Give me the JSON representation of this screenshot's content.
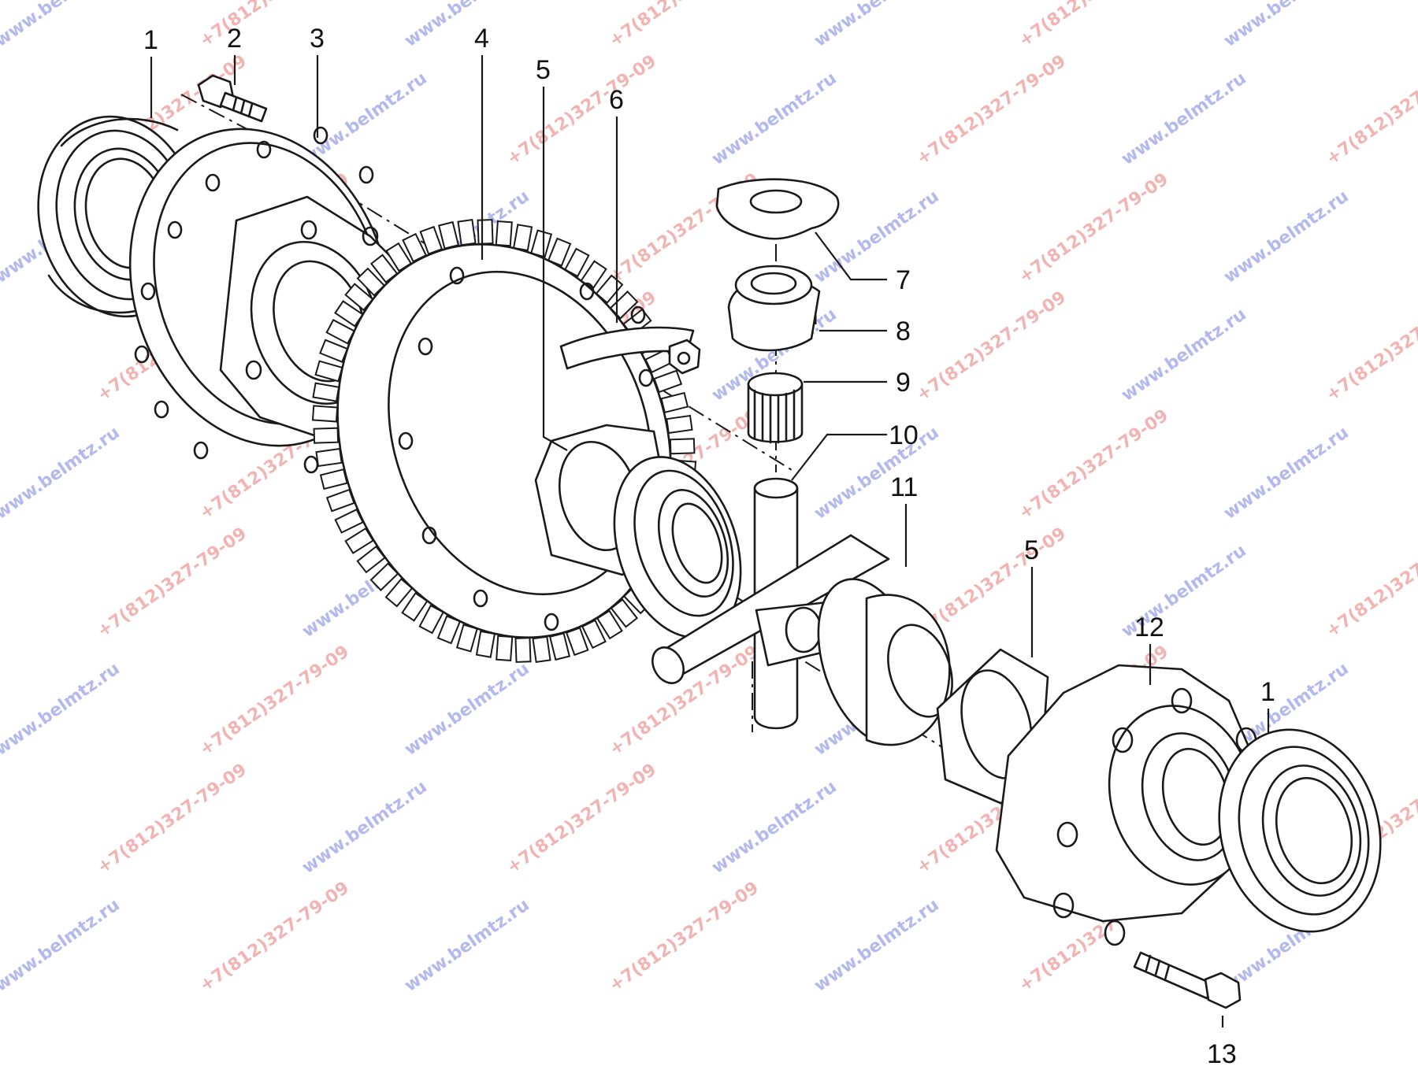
{
  "diagram": {
    "callouts": [
      {
        "id": "1a",
        "label": "1"
      },
      {
        "id": "2",
        "label": "2"
      },
      {
        "id": "3",
        "label": "3"
      },
      {
        "id": "4",
        "label": "4"
      },
      {
        "id": "5a",
        "label": "5"
      },
      {
        "id": "6",
        "label": "6"
      },
      {
        "id": "7",
        "label": "7"
      },
      {
        "id": "8",
        "label": "8"
      },
      {
        "id": "9",
        "label": "9"
      },
      {
        "id": "10",
        "label": "10"
      },
      {
        "id": "11",
        "label": "11"
      },
      {
        "id": "5b",
        "label": "5"
      },
      {
        "id": "12",
        "label": "12"
      },
      {
        "id": "1b",
        "label": "1"
      },
      {
        "id": "13",
        "label": "13"
      }
    ],
    "watermarks": {
      "site": "www.belmtz.ru",
      "phone": "+7(812)327-79-09"
    },
    "colors": {
      "line": "#1a1a1a",
      "watermark_site": "#4a5ad6",
      "watermark_phone": "#e04a4a"
    }
  }
}
